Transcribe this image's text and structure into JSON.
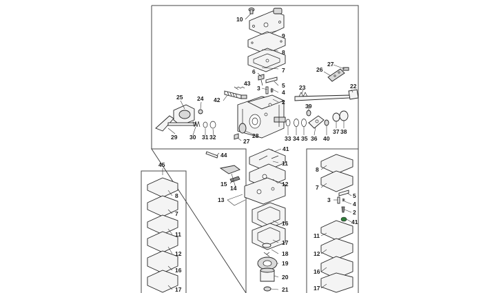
{
  "diagram": {
    "callouts": {
      "c10": "10",
      "c9": "9",
      "c8a": "8",
      "c7a": "7",
      "c6": "6",
      "c5a": "5",
      "c3a": "3",
      "c4a": "4",
      "c2a": "2",
      "c43": "43",
      "c42": "42",
      "c23": "23",
      "c22": "22",
      "c27a": "27",
      "c26": "26",
      "c25": "25",
      "c24": "24",
      "c39": "39",
      "c29": "29",
      "c30": "30",
      "c31": "31",
      "c32": "32",
      "c28": "28",
      "c27b": "27",
      "c33": "33",
      "c34": "34",
      "c35": "35",
      "c36": "36",
      "c40": "40",
      "c37": "37",
      "c38": "38",
      "c44": "44",
      "c41a": "41",
      "c11a": "11",
      "c12a": "12",
      "c15": "15",
      "c14": "14",
      "c13": "13",
      "c16a": "16",
      "c17a": "17",
      "c18": "18",
      "c19": "19",
      "c20": "20",
      "c21": "21",
      "c45": "45",
      "c8b": "8",
      "c7b": "7",
      "c11b": "11",
      "c12b": "12",
      "c16b": "16",
      "c17b": "17",
      "c8c": "8",
      "c7c": "7",
      "c5b": "5",
      "c3b": "3",
      "c4b": "4",
      "c2b": "2",
      "c41b": "41",
      "c11c": "11",
      "c12c": "12",
      "c16c": "16",
      "c17c": "17"
    }
  }
}
